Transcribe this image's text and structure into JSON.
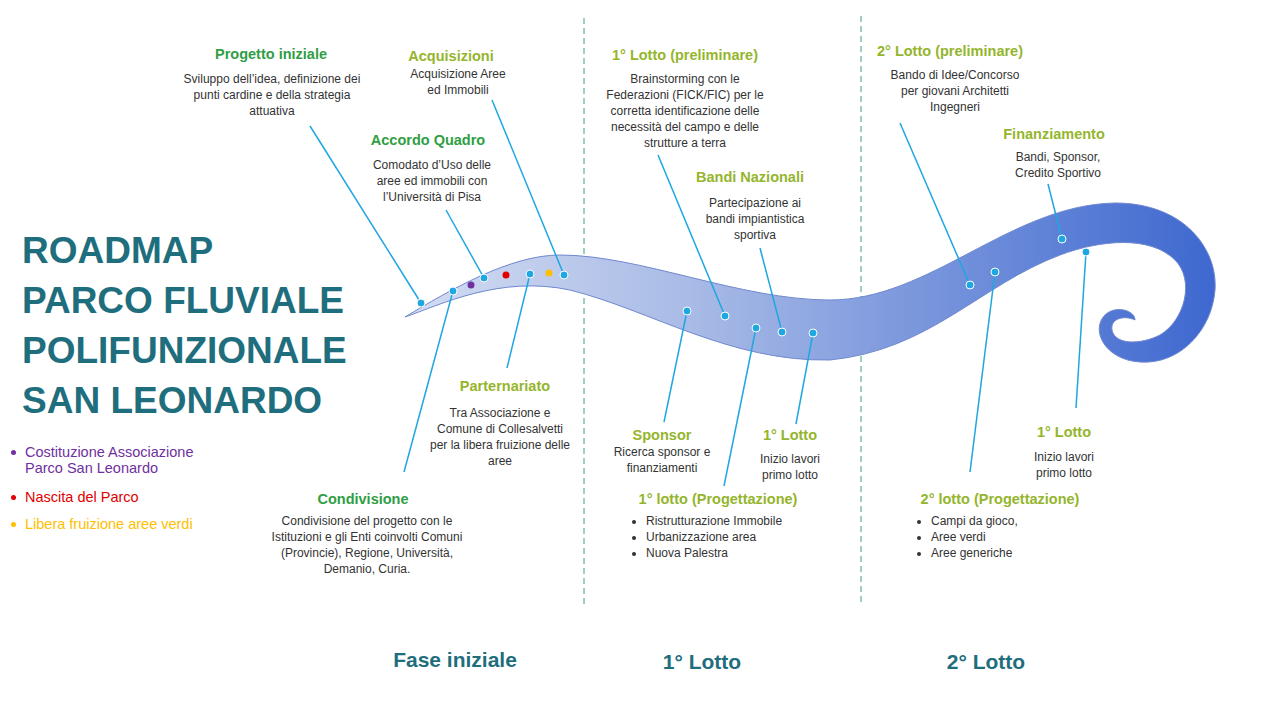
{
  "diagram": {
    "title": "ROADMAP PARCO FLUVIALE POLIFUNZIONALE SAN LEONARDO",
    "labels": [
      "Progetto iniziale",
      "Sviluppo dell’idea, definizione dei punti cardine e della strategia attuativa",
      "Acquisizioni",
      "Acquisizione Aree ed Immobili",
      "Accordo Quadro",
      "Comodato d’Uso delle aree ed immobili con l’Università di Pisa",
      "Parternariato",
      "Tra Associazione e Comune di Collesalvetti per la libera fruizione delle aree",
      "Condivisione",
      "Condivisione del progetto con le Istituzioni e gli Enti coinvolti Comuni (Provincie), Regione, Università, Demanio, Curia.",
      "1° Lotto (preliminare)",
      "Brainstorming con le Federazioni (FICK/FIC) per le corretta identificazione delle necessità del campo e delle strutture a terra",
      "Bandi Nazionali",
      "Partecipazione ai bandi impiantistica sportiva",
      "Sponsor",
      "Ricerca sponsor e finanziamenti",
      "1° Lotto",
      "Inizio lavori primo lotto",
      "1° lotto (Progettazione)",
      "Ristrutturazione Immobile",
      "Urbanizzazione area",
      "Nuova Palestra",
      "2° Lotto (preliminare)",
      "Bando di Idee/Concorso per giovani Architetti Ingegneri",
      "Finanziamento",
      "Bandi, Sponsor, Credito Sportivo",
      "1° Lotto",
      "Inizio lavori primo lotto",
      "2° lotto (Progettazione)",
      "Campi da gioco,",
      "Aree verdi",
      "Aree generiche",
      "Fase iniziale",
      "1° Lotto",
      "2° Lotto"
    ],
    "legend": [
      {
        "text": "Costituzione Associazione Parco San Leonardo",
        "color": "#7030a0"
      },
      {
        "text": "Nascita del Parco",
        "color": "#e00000"
      },
      {
        "text": "Libera fruizione aree verdi",
        "color": "#ffc000"
      }
    ]
  }
}
